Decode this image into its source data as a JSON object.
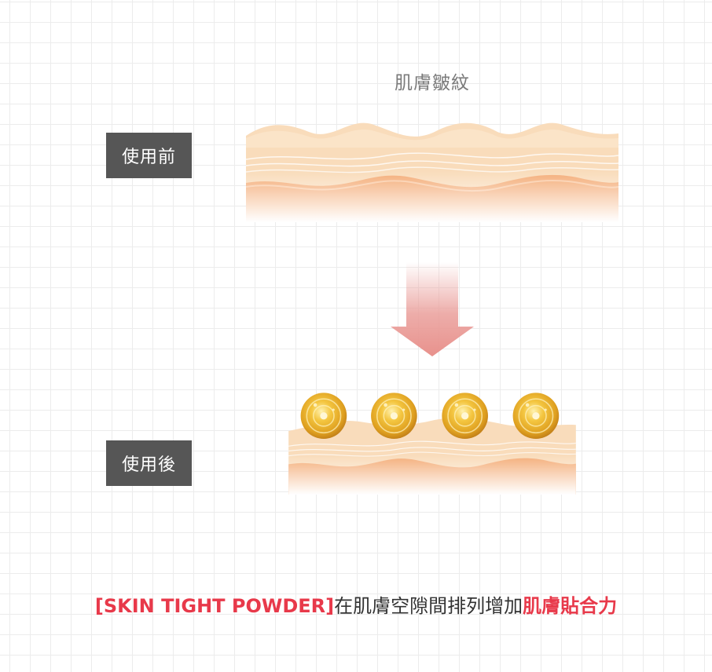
{
  "diagram": {
    "wrinkle_title": "肌膚皺紋",
    "before_label": "使用前",
    "after_label": "使用後",
    "particle_count": 4
  },
  "caption": {
    "brand": "[SKIN TIGHT POWDER]",
    "text": "在肌膚空隙間排列增加",
    "highlight": "肌膚貼合力"
  },
  "colors": {
    "label_bg": "#565656",
    "accent": "#e8394a",
    "skin_cream": "#f9dcbb",
    "skin_deep": "#f4ad79",
    "arrow": "#ea9e9a",
    "gold": "#e8ac1f"
  }
}
